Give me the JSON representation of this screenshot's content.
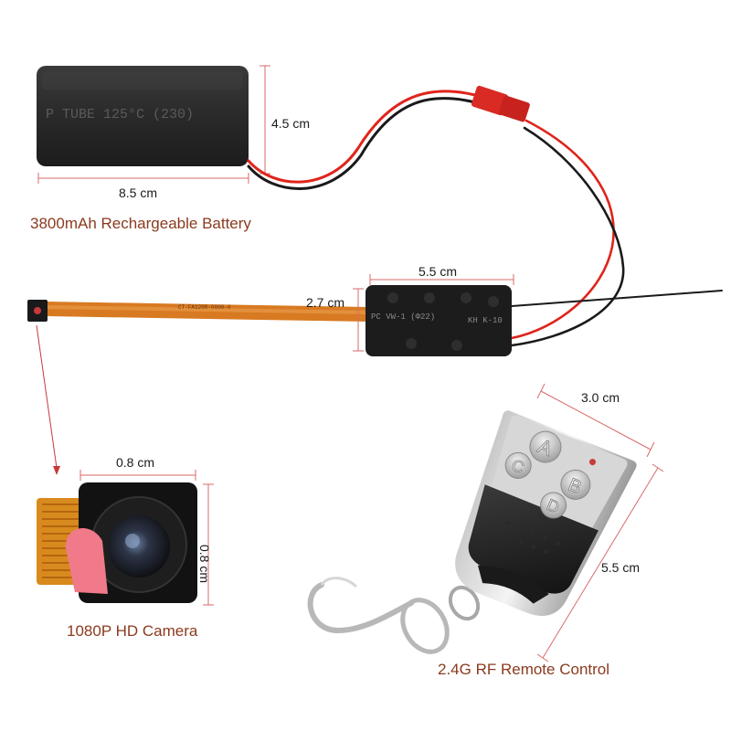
{
  "battery": {
    "caption": "3800mAh Rechargeable Battery",
    "width_label": "8.5 cm",
    "height_label": "4.5 cm",
    "print_text": "P TUBE 125°C (230)"
  },
  "board": {
    "width_label": "5.5 cm",
    "height_label": "2.7 cm",
    "print_left": "PC VW-1 (Φ22)",
    "print_right": "KH K-10",
    "cable_print": "CT-FA1208-0000-0"
  },
  "camera": {
    "caption": "1080P HD Camera",
    "width_label": "0.8 cm",
    "height_label": "0.8 cm"
  },
  "remote": {
    "caption": "2.4G RF Remote Control",
    "width_label": "3.0 cm",
    "height_label": "5.5 cm",
    "buttons": [
      "A",
      "B",
      "C",
      "D"
    ]
  },
  "colors": {
    "caption": "#8b3a1e",
    "wire_red": "#e0241b",
    "wire_black": "#1a1a1a",
    "flex_cable": "#d87a22",
    "arrow": "#c8383c"
  }
}
